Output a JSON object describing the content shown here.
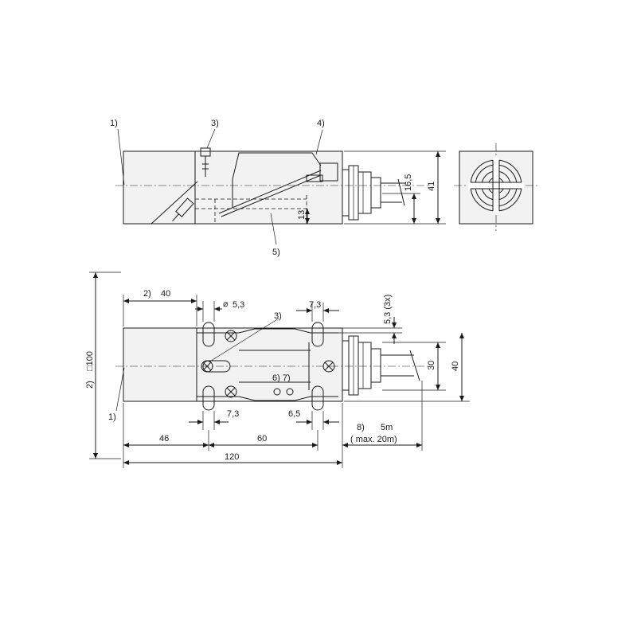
{
  "callouts": {
    "c1": "1)",
    "c3": "3)",
    "c4": "4)",
    "c5": "5)",
    "c1b": "1)",
    "c3b": "3)",
    "c67": "6) 7)",
    "c2a": "2)",
    "c2b": "2)",
    "c8": "8)"
  },
  "dimensions": {
    "d41": "41",
    "d16_5": "16,5",
    "d13": "13",
    "d40_top": "40",
    "d5_3": "5,3",
    "d7_3_top": "7,3",
    "d5_3x": "5,3 (3x)",
    "d100": "□100",
    "d40_side": "40",
    "d30": "30",
    "d7_3_bot": "7,3",
    "d6_5": "6,5",
    "d46": "46",
    "d60": "60",
    "d120": "120",
    "cable_len": "5m",
    "cable_max": "( max. 20m)"
  }
}
